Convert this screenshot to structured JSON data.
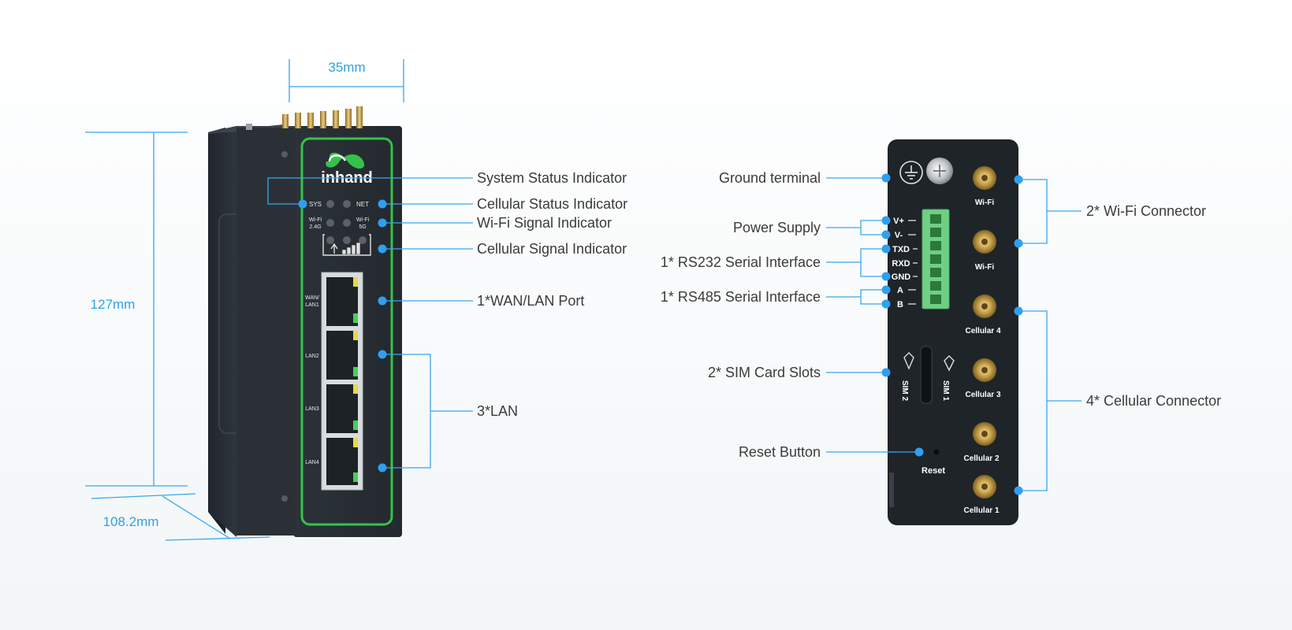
{
  "dimensions": {
    "width": "35mm",
    "height": "127mm",
    "depth": "108.2mm"
  },
  "brand": "inhand",
  "front_panel": {
    "led_labels": {
      "sys": "SYS",
      "net": "NET",
      "wifi_24_line1": "Wi-Fi",
      "wifi_24_line2": "2.4G",
      "wifi_5g_line1": "Wi-Fi",
      "wifi_5g_line2": "5G"
    },
    "port_labels": {
      "wan_line1": "WAN/",
      "wan_line2": "LAN1",
      "lan2": "LAN2",
      "lan3": "LAN3",
      "lan4": "LAN4"
    },
    "callouts": {
      "system_status": "System Status Indicator",
      "cellular_status": "Cellular Status Indicator",
      "wifi_signal": "Wi-Fi Signal Indicator",
      "cellular_signal": "Cellular Signal Indicator",
      "wan_lan_port": "1*WAN/LAN Port",
      "lan": "3*LAN"
    }
  },
  "top_panel": {
    "terminal_pins": [
      "V+",
      "V-",
      "TXD",
      "RXD",
      "GND",
      "A",
      "B"
    ],
    "sim_labels": {
      "sim2": "SIM 2",
      "sim1": "SIM 1"
    },
    "reset_label": "Reset",
    "antenna_labels": [
      "Wi-Fi",
      "Wi-Fi",
      "Cellular 4",
      "Cellular 3",
      "Cellular 2",
      "Cellular 1"
    ],
    "callouts": {
      "ground": "Ground terminal",
      "power": "Power Supply",
      "rs232": "1* RS232 Serial Interface",
      "rs485": "1* RS485 Serial Interface",
      "sim": "2* SIM Card Slots",
      "reset": "Reset Button",
      "wifi_connector": "2* Wi-Fi Connector",
      "cellular_connector": "4* Cellular Connector"
    }
  },
  "colors": {
    "accent_blue": "#3aa6ee",
    "panel_green": "#36c24a",
    "device_body": "#2a2f36"
  }
}
